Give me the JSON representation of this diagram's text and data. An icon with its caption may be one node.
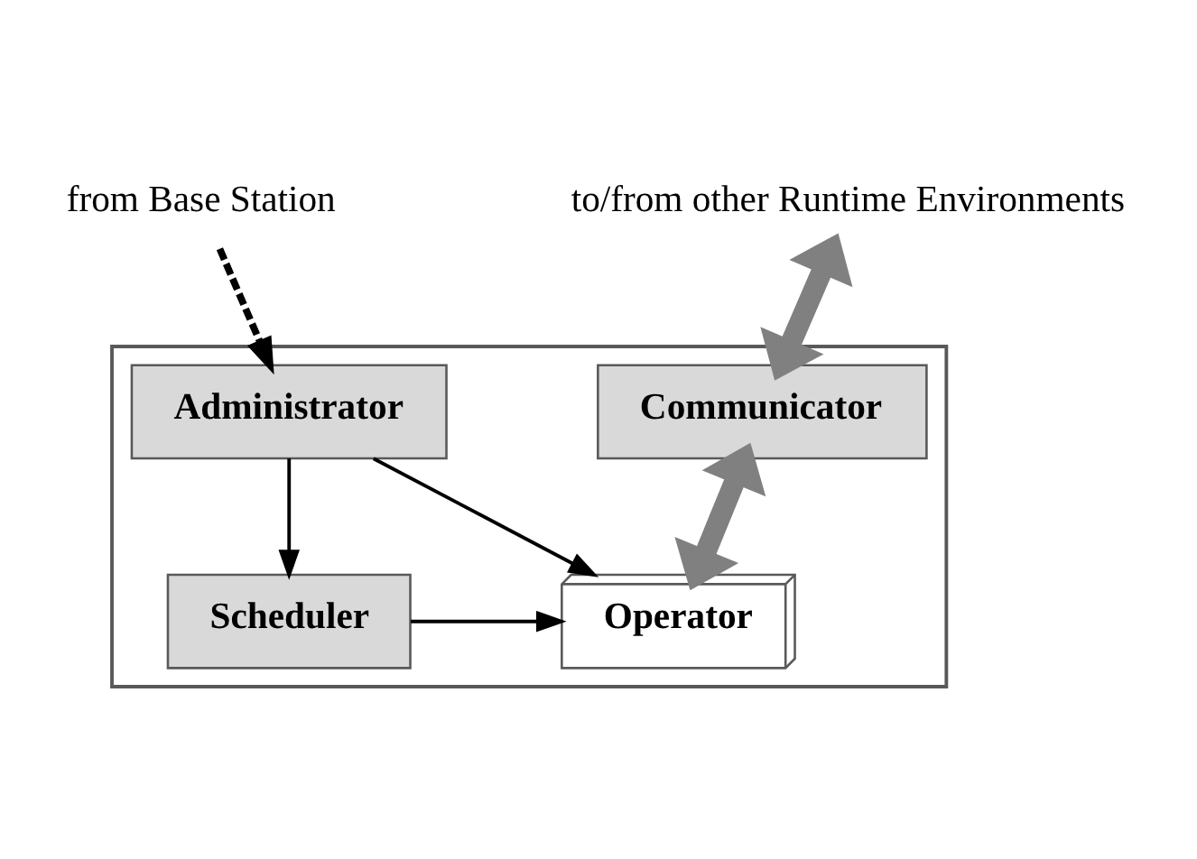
{
  "diagram": {
    "nodes": [
      {
        "text": [
          "from Base Station"
        ]
      },
      {
        "text": [
          "to/from other Runtime Environments"
        ]
      },
      {
        "text": [],
        "shape": "box"
      },
      {
        "text": [
          "Administrator"
        ],
        "in": 2
      },
      {
        "text": [
          "Communicator"
        ],
        "in": 2
      },
      {
        "text": [
          "Scheduler"
        ],
        "in": 2
      },
      {
        "text": [
          "Operator"
        ],
        "in": 2
      }
    ],
    "edges": [
      {
        "from": 0,
        "to": 3,
        "arrow": "to",
        "style": "dashed"
      },
      {
        "from": 1,
        "to": 4,
        "arrow": "both",
        "style": "thick",
        "color": "#808080"
      },
      {
        "from": 4,
        "to": 6,
        "arrow": "both",
        "style": "thick",
        "color": "#808080"
      },
      {
        "from": 3,
        "to": 5,
        "arrow": "to"
      },
      {
        "from": 3,
        "to": 6,
        "arrow": "to"
      },
      {
        "from": 5,
        "to": 6,
        "arrow": "to"
      }
    ]
  }
}
